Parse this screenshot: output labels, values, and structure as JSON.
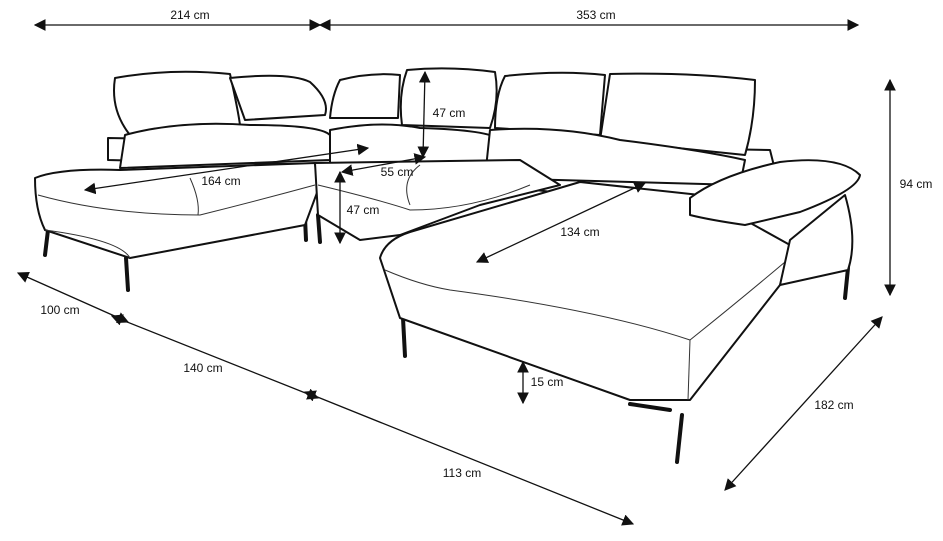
{
  "title": "U-shaped corner sofa dimensions",
  "dimensions": {
    "width_left": "214 cm",
    "width_right": "353 cm",
    "height_total": "94 cm",
    "headrest_height": "47 cm",
    "seat_depth": "55 cm",
    "chaise_left_length": "164 cm",
    "seat_height": "47 cm",
    "chaise_right_length": "134 cm",
    "depth_left": "100 cm",
    "side_140": "140 cm",
    "side_113": "113 cm",
    "leg_height": "15 cm",
    "depth_right": "182 cm"
  }
}
